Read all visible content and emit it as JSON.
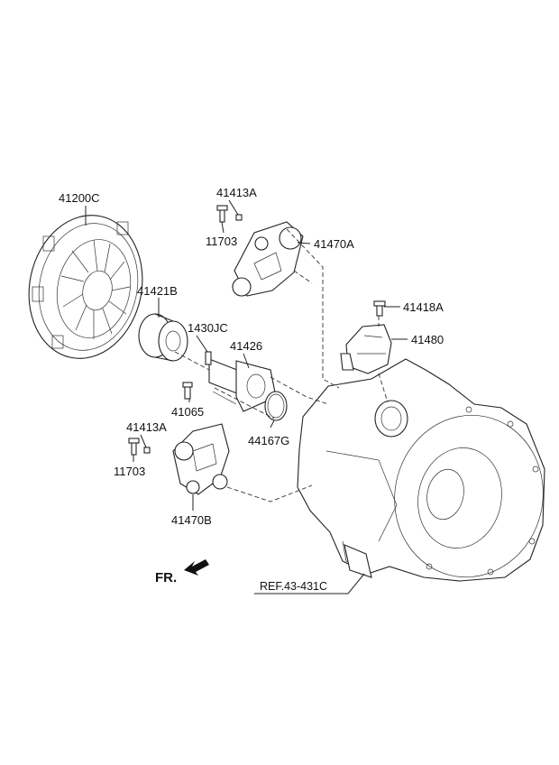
{
  "diagram": {
    "labels": {
      "clutch_cover": "41200C",
      "release_bearing": "41421B",
      "bolt_a": "1430JC",
      "sleeve": "41426",
      "bolt_b": "41065",
      "o_ring": "44167G",
      "nut_top": "41413A",
      "bolt_top": "11703",
      "fork_top": "41470A",
      "nut_bottom": "41413A",
      "bolt_bottom": "11703",
      "fork_bottom": "41470B",
      "bolt_c": "41418A",
      "cylinder": "41480",
      "reference": "REF.43-431C",
      "front": "FR."
    }
  }
}
